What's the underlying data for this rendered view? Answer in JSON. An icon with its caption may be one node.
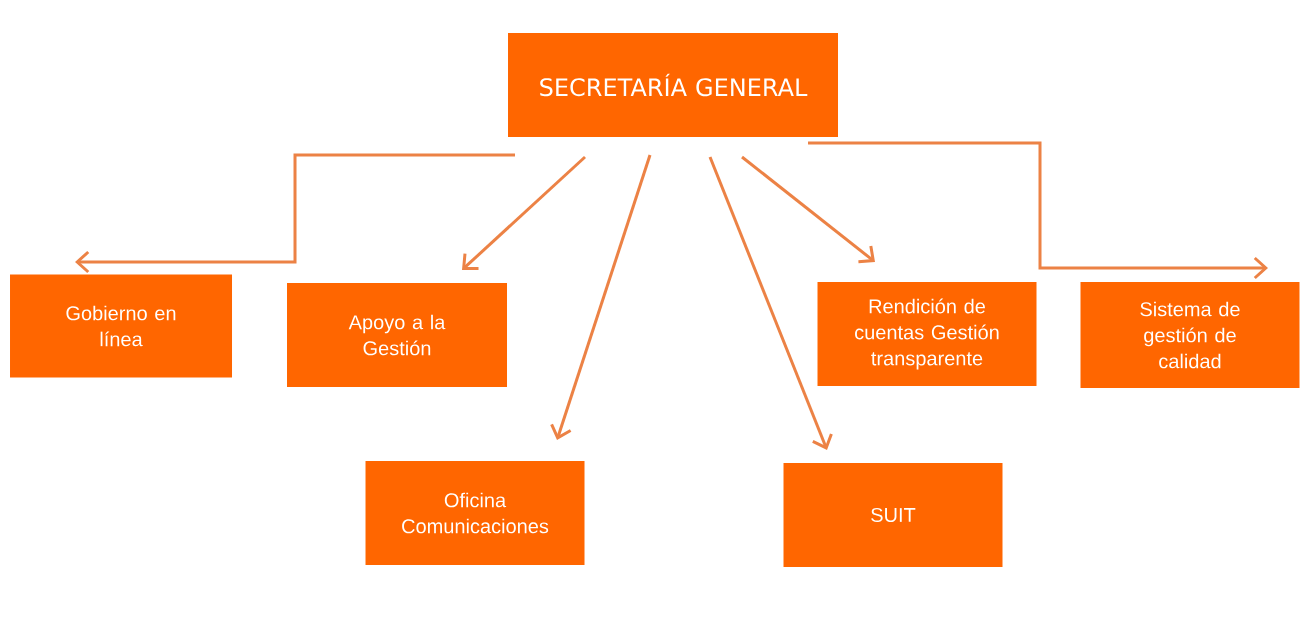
{
  "diagram": {
    "nodes": [
      {
        "text": [
          "SECRETARÍA GENERAL"
        ]
      },
      {
        "text": [
          "Gobierno en línea"
        ]
      },
      {
        "text": [
          "Apoyo a la Gestión"
        ]
      },
      {
        "text": [
          "Oficina Comunicaciones"
        ]
      },
      {
        "text": [
          "SUIT"
        ]
      },
      {
        "text": [
          "Rendición de cuentas Gestión transparente"
        ]
      },
      {
        "text": [
          "Sistema de gestión de calidad"
        ]
      }
    ],
    "edges": [
      {
        "from": 0,
        "to": 1,
        "arrow": "to"
      },
      {
        "from": 0,
        "to": 2,
        "arrow": "to"
      },
      {
        "from": 0,
        "to": 3,
        "arrow": "to"
      },
      {
        "from": 0,
        "to": 4,
        "arrow": "to"
      },
      {
        "from": 0,
        "to": 5,
        "arrow": "to"
      },
      {
        "from": 0,
        "to": 6,
        "arrow": "to"
      }
    ]
  }
}
